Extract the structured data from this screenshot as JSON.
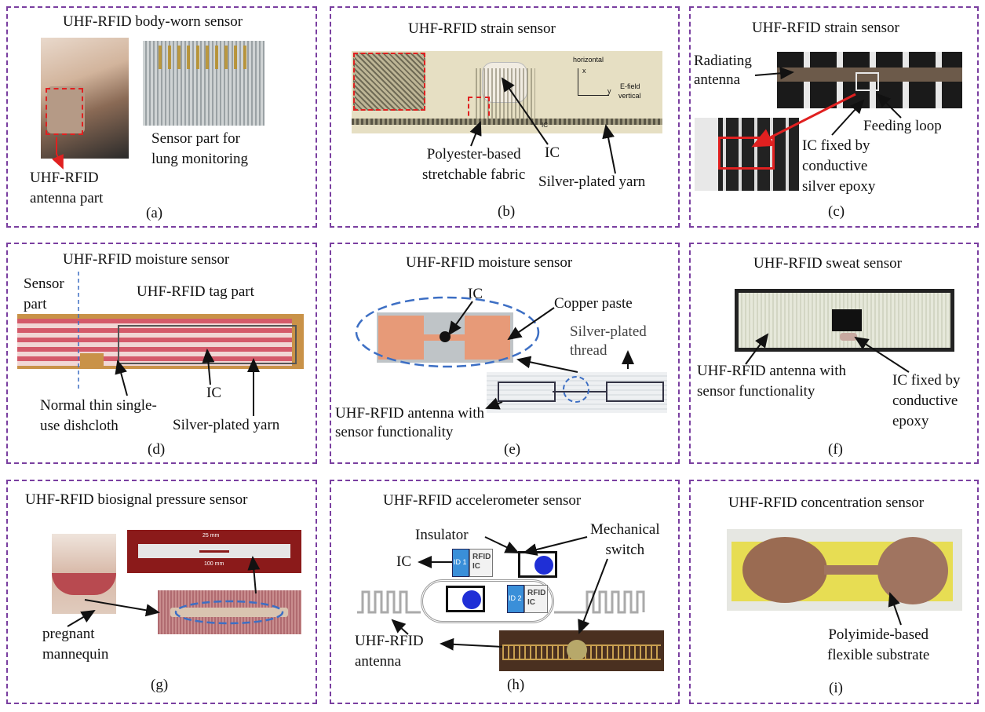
{
  "panels": {
    "a": {
      "title": "UHF-RFID body-worn sensor",
      "sensor_part": [
        "Sensor part for",
        "lung monitoring"
      ],
      "antenna_part": [
        "UHF-RFID",
        "antenna part"
      ],
      "label": "(a)"
    },
    "b": {
      "title": "UHF-RFID strain sensor",
      "fabric": [
        "Polyester-based",
        "stretchable fabric"
      ],
      "ic": "IC",
      "yarn": "Silver-plated yarn",
      "inset_horizontal": "horizontal",
      "inset_x": "x",
      "inset_y": "y",
      "inset_efield": "E-field",
      "inset_vertical": "vertical",
      "inset_ic": "IC",
      "label": "(b)"
    },
    "c": {
      "title": "UHF-RFID strain sensor",
      "radiating": [
        "Radiating",
        "antenna"
      ],
      "feeding": "Feeding loop",
      "ic_fixed": [
        "IC fixed by",
        "conductive",
        "silver epoxy"
      ],
      "label": "(c)"
    },
    "d": {
      "title": "UHF-RFID moisture sensor",
      "sensor_part": [
        "Sensor",
        "part"
      ],
      "tag_part": "UHF-RFID tag part",
      "ic": "IC",
      "dishcloth": [
        "Normal thin single-",
        "use dishcloth"
      ],
      "yarn": "Silver-plated yarn",
      "label": "(d)"
    },
    "e": {
      "title": "UHF-RFID moisture sensor",
      "ic": "IC",
      "copper": "Copper paste",
      "thread": [
        "Silver-plated",
        "thread"
      ],
      "antenna": [
        "UHF-RFID antenna with",
        "sensor functionality"
      ],
      "label": "(e)"
    },
    "f": {
      "title": "UHF-RFID sweat sensor",
      "antenna": [
        "UHF-RFID antenna with",
        "sensor functionality"
      ],
      "ic": [
        "IC fixed by",
        "conductive",
        "epoxy"
      ],
      "label": "(f)"
    },
    "g": {
      "title": "UHF-RFID biosignal pressure  sensor",
      "mannequin": [
        "pregnant",
        "mannequin"
      ],
      "dim_25": "25 mm",
      "dim_100": "100 mm",
      "label": "(g)"
    },
    "h": {
      "title": "UHF-RFID accelerometer sensor",
      "insulator": "Insulator",
      "switch": [
        "Mechanical",
        "switch"
      ],
      "ic": "IC",
      "id1": "ID 1",
      "id2": "ID 2",
      "rfid_ic": [
        "RFID",
        "IC"
      ],
      "antenna": [
        "UHF-RFID",
        "antenna"
      ],
      "label": "(h)"
    },
    "i": {
      "title": "UHF-RFID concentration sensor",
      "substrate": [
        "Polyimide-based",
        "flexible substrate"
      ],
      "label": "(i)"
    }
  },
  "colors": {
    "border": "#7a3fa0",
    "arrow_red": "#e02020",
    "ellipse_blue": "#3d6fc4"
  }
}
